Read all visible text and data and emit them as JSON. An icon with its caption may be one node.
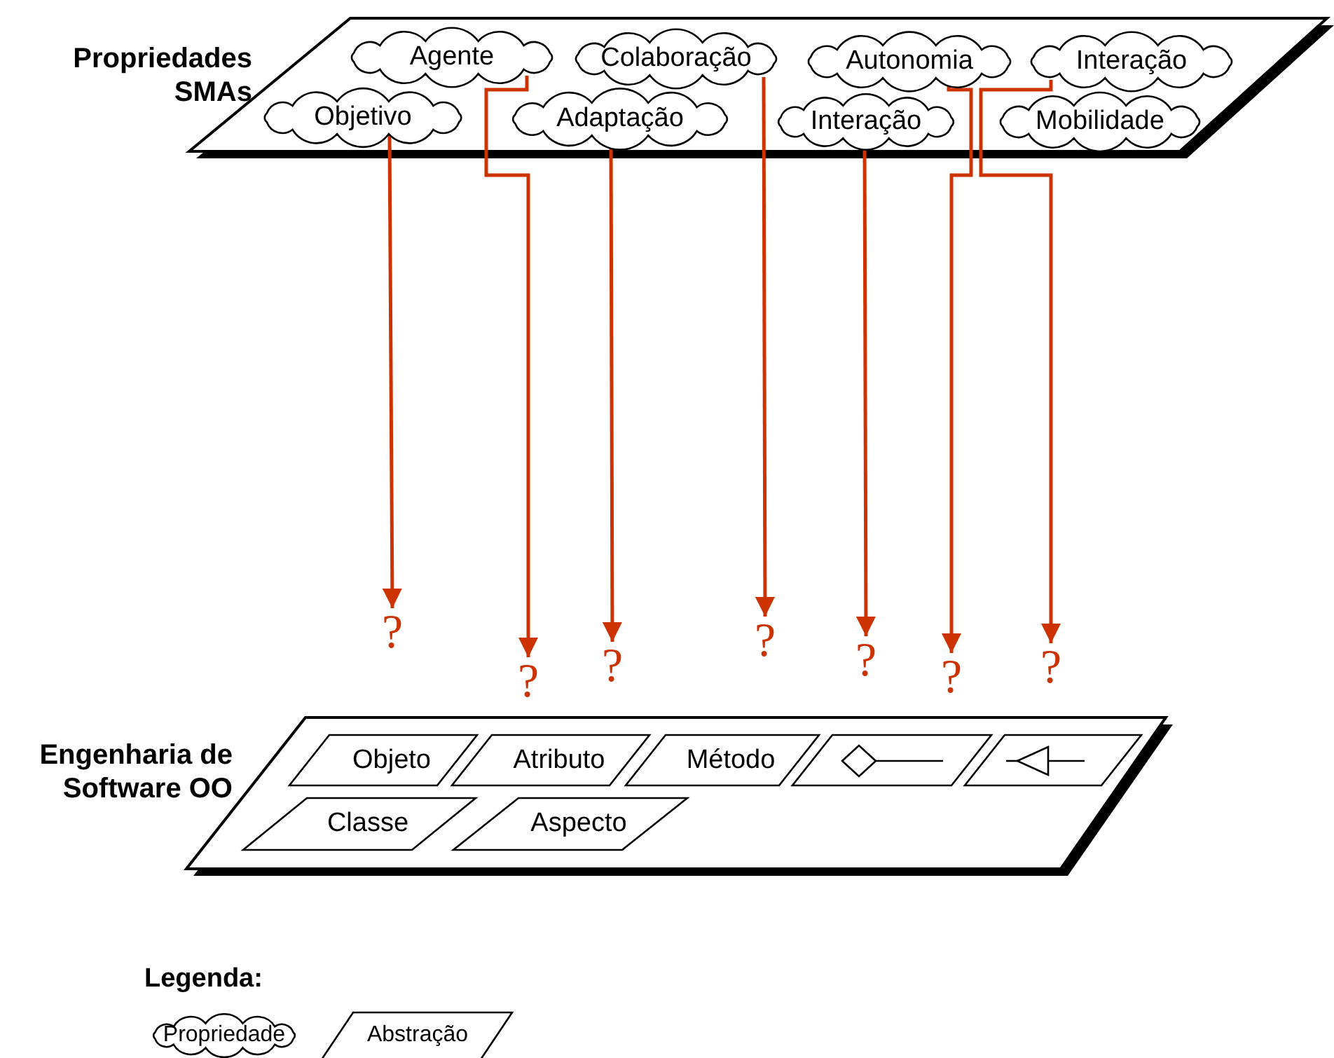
{
  "diagram": {
    "nodes": [
      {
        "text": [
          "Propriedades SMAs"
        ]
      },
      {
        "text": [
          "Agente"
        ],
        "in": 0
      },
      {
        "text": [
          "Colaboração"
        ],
        "in": 0
      },
      {
        "text": [
          "Autonomia"
        ],
        "in": 0
      },
      {
        "text": [
          "Interação"
        ],
        "in": 0
      },
      {
        "text": [
          "Objetivo"
        ],
        "in": 0
      },
      {
        "text": [
          "Adaptação"
        ],
        "in": 0
      },
      {
        "text": [
          "Interação"
        ],
        "in": 0
      },
      {
        "text": [
          "Mobilidade"
        ],
        "in": 0
      },
      {
        "text": [
          "?"
        ]
      },
      {
        "text": [
          "?"
        ]
      },
      {
        "text": [
          "?"
        ]
      },
      {
        "text": [
          "?"
        ]
      },
      {
        "text": [
          "?"
        ]
      },
      {
        "text": [
          "?"
        ]
      },
      {
        "text": [
          "?"
        ]
      },
      {
        "text": [
          "Engenharia de Software OO"
        ]
      },
      {
        "text": [
          "Objeto"
        ],
        "in": 16
      },
      {
        "text": [
          "Atributo"
        ],
        "in": 16
      },
      {
        "text": [
          "Método"
        ],
        "in": 16
      },
      {
        "text": [],
        "shape": "diamond",
        "in": 16
      },
      {
        "text": [],
        "shape": "triangle",
        "in": 16
      },
      {
        "text": [
          "Classe"
        ],
        "in": 16
      },
      {
        "text": [
          "Aspecto"
        ],
        "in": 16
      }
    ],
    "edges": [
      {
        "from": 5,
        "to": 9,
        "arrow": "to"
      },
      {
        "from": 1,
        "to": 10,
        "arrow": "to"
      },
      {
        "from": 6,
        "to": 11,
        "arrow": "to"
      },
      {
        "from": 2,
        "to": 12,
        "arrow": "to"
      },
      {
        "from": 7,
        "to": 13,
        "arrow": "to"
      },
      {
        "from": 3,
        "to": 14,
        "arrow": "to"
      },
      {
        "from": 4,
        "to": 15,
        "arrow": "to"
      }
    ],
    "labels": [
      "Legenda:"
    ],
    "legend": [
      {
        "text": "Propriedade"
      },
      {
        "text": "Abstração"
      }
    ]
  }
}
